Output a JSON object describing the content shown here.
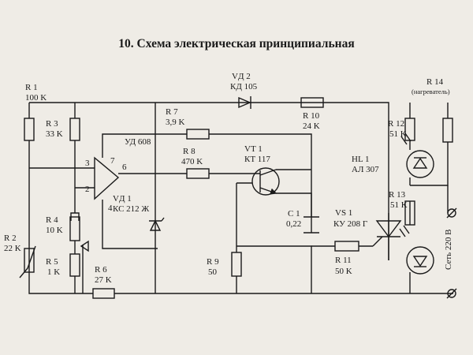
{
  "title": "10. Схема электрическая принципиальная",
  "components": {
    "r1": {
      "name": "R 1",
      "value": "100 K"
    },
    "r2": {
      "name": "R 2",
      "value": "22 K"
    },
    "r3": {
      "name": "R 3",
      "value": "33 K"
    },
    "r4": {
      "name": "R 4",
      "value": "10 K"
    },
    "r5": {
      "name": "R 5",
      "value": "1 K"
    },
    "r6": {
      "name": "R 6",
      "value": "27 K"
    },
    "r7": {
      "name": "R 7",
      "value": "3,9 K"
    },
    "r8": {
      "name": "R 8",
      "value": "470 K"
    },
    "r9": {
      "name": "R 9",
      "value": "50"
    },
    "r10": {
      "name": "R 10",
      "value": "24 K"
    },
    "r11": {
      "name": "R 11",
      "value": "50 K"
    },
    "r12": {
      "name": "R 12",
      "value": "51 K"
    },
    "r13": {
      "name": "R 13",
      "value": "51 K"
    },
    "r14": {
      "name": "R 14",
      "note": "(нагреватель)"
    },
    "vd1": {
      "name": "VД 1",
      "value": "КС 212 Ж"
    },
    "vd2": {
      "name": "VД 2",
      "value": "КД 105"
    },
    "vt1": {
      "name": "VT 1",
      "value": "КТ 117"
    },
    "c1": {
      "name": "С 1",
      "value": "0,22"
    },
    "vs1": {
      "name": "VS 1",
      "value": "КУ 208 Г"
    },
    "hl1": {
      "name": "HL  1",
      "value": "АЛ 307"
    },
    "ud": {
      "name": "УД 608",
      "pins": [
        "7",
        "6",
        "3",
        "2",
        "4"
      ]
    }
  },
  "mains_label": "Сеть 220 В"
}
